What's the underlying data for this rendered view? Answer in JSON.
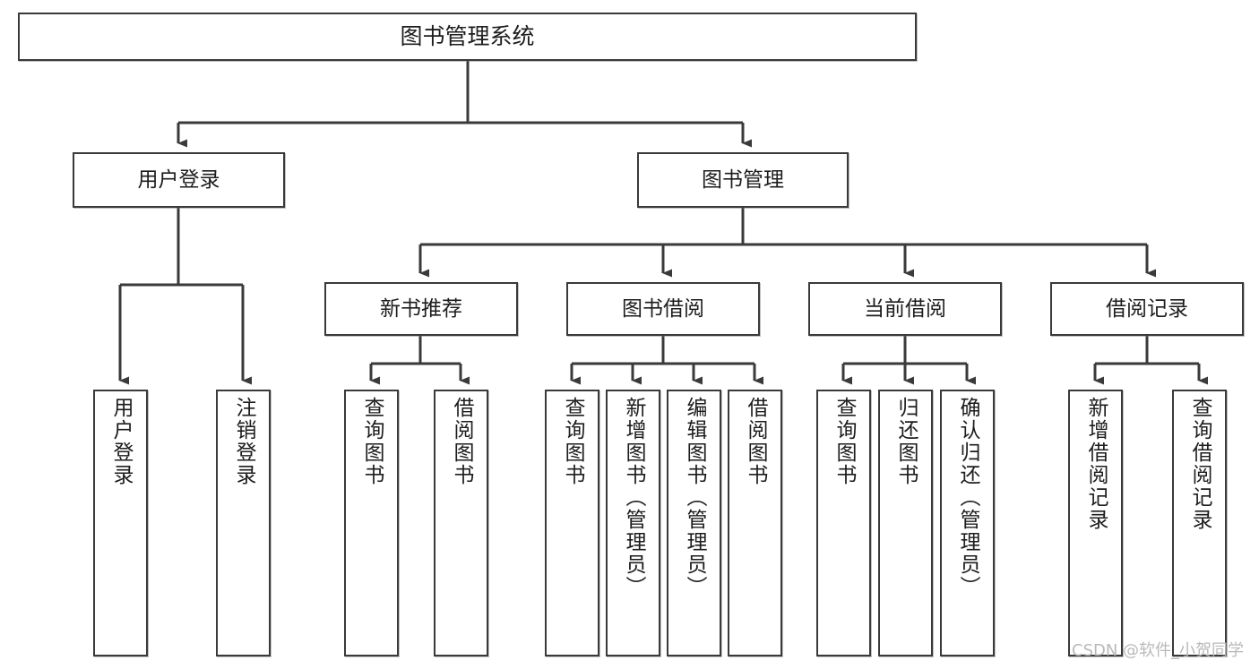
{
  "diagram": {
    "title": "图书管理系统",
    "type": "tree-hierarchy-diagram",
    "root": {
      "label": "图书管理系统"
    },
    "level2": [
      {
        "label": "用户登录"
      },
      {
        "label": "图书管理"
      }
    ],
    "level3": [
      {
        "label": "新书推荐"
      },
      {
        "label": "图书借阅"
      },
      {
        "label": "当前借阅"
      },
      {
        "label": "借阅记录"
      }
    ],
    "leaves": {
      "user_login": [
        {
          "label": "用户登录"
        },
        {
          "label": "注销登录"
        }
      ],
      "new_book_recommend": [
        {
          "label": "查询图书"
        },
        {
          "label": "借阅图书"
        }
      ],
      "book_borrow": [
        {
          "label": "查询图书"
        },
        {
          "label": "新增图书（管理员）"
        },
        {
          "label": "编辑图书（管理员）"
        },
        {
          "label": "借阅图书"
        }
      ],
      "current_borrow": [
        {
          "label": "查询图书"
        },
        {
          "label": "归还图书"
        },
        {
          "label": "确认归还（管理员）"
        }
      ],
      "borrow_record": [
        {
          "label": "新增借阅记录"
        },
        {
          "label": "查询借阅记录"
        }
      ]
    },
    "watermark": "CSDN @软件_小贺同学",
    "colors": {
      "stroke": "#3a3a3a",
      "fill": "#ffffff",
      "text": "#1d1d1d",
      "watermark": "#b9b9b9"
    }
  }
}
